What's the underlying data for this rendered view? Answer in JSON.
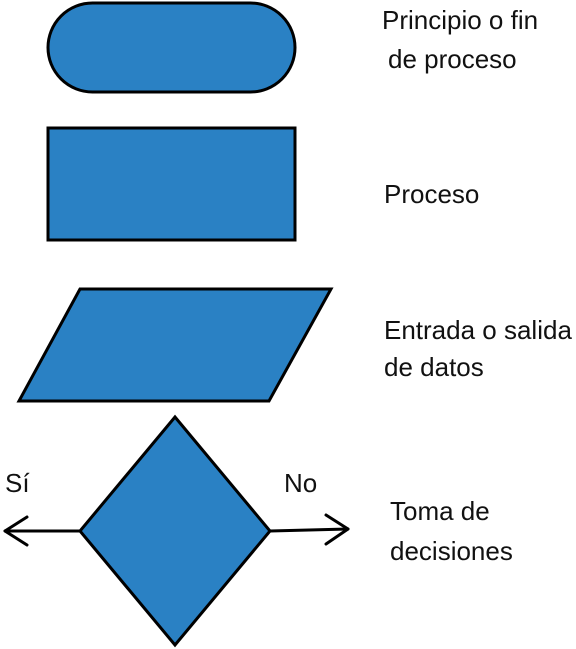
{
  "colors": {
    "shape_fill": "#2a81c4",
    "stroke": "#000000",
    "text": "#111111"
  },
  "legend": {
    "terminal": {
      "shape": "rounded-rectangle",
      "label_line1": "Principio o fin",
      "label_line2": "de proceso"
    },
    "process": {
      "shape": "rectangle",
      "label_line1": "Proceso"
    },
    "io": {
      "shape": "parallelogram",
      "label_line1": "Entrada o salida",
      "label_line2": "de datos"
    },
    "decision": {
      "shape": "diamond",
      "label_line1": "Toma de",
      "label_line2": "decisiones",
      "yes_label": "Sí",
      "no_label": "No"
    }
  }
}
